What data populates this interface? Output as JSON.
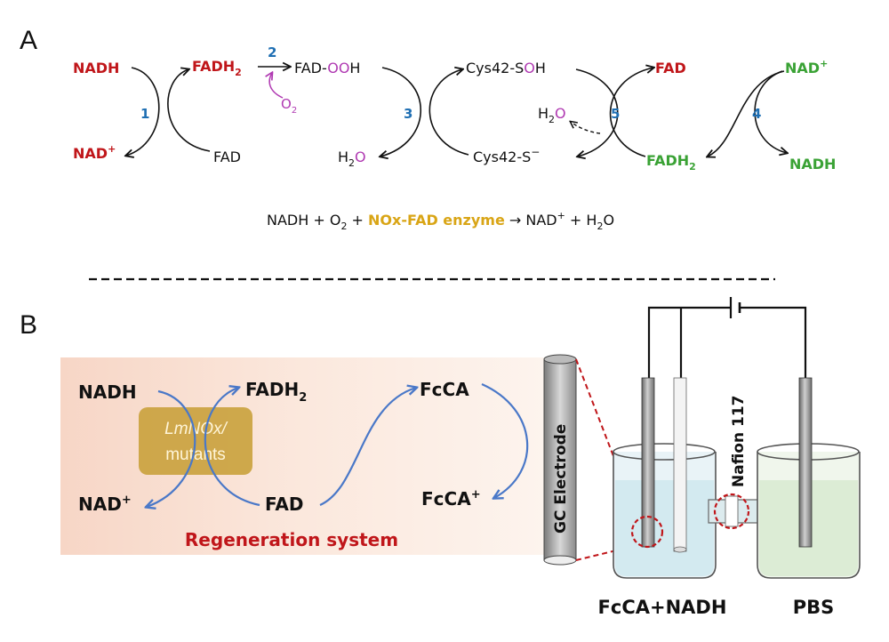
{
  "panel_a": {
    "label": "A",
    "nadh_in": "NADH",
    "nad_out": "NAD",
    "fadh2_red": "FADH",
    "fad_bottom": "FAD",
    "fad_ooh_prefix": "FAD-",
    "fad_ooh_oo": "OO",
    "fad_ooh_h": "H",
    "o2": "O",
    "cys_soh_prefix": "Cys42-S",
    "cys_soh_o": "O",
    "cys_soh_h": "H",
    "cys_s_minus": "Cys42-S",
    "h2o_left": "H",
    "h2o_left_o": "O",
    "h2o_mid": "H",
    "h2o_mid_o": "O",
    "fad_red": "FAD",
    "nad_green": "NAD",
    "fadh2_green": "FADH",
    "nadh_green": "NADH",
    "step1": "1",
    "step2": "2",
    "step3": "3",
    "step4": "4",
    "step5": "5",
    "sub2": "2",
    "sup_plus": "+",
    "sup_minus": "−",
    "equation": {
      "p1": "NADH + O",
      "p2": " + ",
      "enzyme": "NOx-FAD enzyme",
      "p3": " → NAD",
      "p4": " + H",
      "p5": "O"
    }
  },
  "panel_b": {
    "label": "B",
    "nadh": "NADH",
    "nad": "NAD",
    "fadh2": "FADH",
    "fad": "FAD",
    "fcca": "FcCA",
    "fcca_plus": "FcCA",
    "enzyme_line1": "LmNOx/",
    "enzyme_line2": "mutants",
    "regen": "Regeneration system",
    "electrode": "GC Electrode",
    "membrane": "Nafion 117",
    "cell_left": "FcCA+NADH",
    "cell_right": "PBS"
  },
  "colors": {
    "red": "#c0161a",
    "green": "#3aa235",
    "purple": "#b03ab2",
    "blue_num": "#1f6fb3",
    "gold": "#d9a516",
    "arrow_blue": "#4a78c8",
    "regen_red": "#c0161a",
    "enzyme_box": "#c9a13c"
  }
}
